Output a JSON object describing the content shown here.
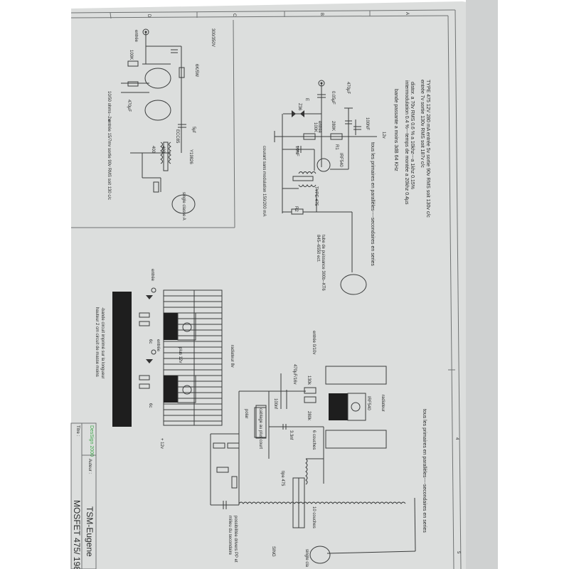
{
  "border": {
    "cols": [
      "D",
      "C",
      "B",
      "A"
    ],
    "rows": [
      "4",
      "5"
    ]
  },
  "spec": {
    "line1": "TYPE 475 12V 280 mA  entrée 5v sortie 90v RMS soit 130v c/c",
    "line2": "entrée 7v sortie 130v RMS soit 187v c/c",
    "line3": "distor. a 70v RMS 0.6 % a 10khz---a 1khz 0.15%",
    "line4": "intermodulation 0.4 %---temps de montée a 20khz 0.4µs",
    "line5": "bande passante a moins 3dB 64 KHz"
  },
  "driver": {
    "c100nf": "100NF",
    "v12": "12v",
    "c470": "470µF",
    "c005": "0.05µF",
    "e": "E",
    "z36": "Z36",
    "entree": "entrée",
    "r100k": "100K",
    "r280k": "280K",
    "r1": "R1",
    "irf": "IRF540",
    "c10nf": "10NF",
    "type475": "TYPE 475",
    "r2": "R2",
    "primaries": "tous les primaires en parallèles----secondaires en series",
    "tube1": "tube de puissance 300b--KT6",
    "tube2": "845--6550 ect.",
    "courant": "courant sans modulation 150/200 mA"
  },
  "tube_stage": {
    "hv": "300/350V",
    "entree": "entrée",
    "r100k": "100K",
    "r6k": "6K/5W",
    "c470": "470µF",
    "c5": "5µf",
    "ecc": "ECC85",
    "w400a": "400",
    "w400b": "400",
    "xfmr": "Y19826",
    "single": "single classe A",
    "ohms": "10/50 ohms--2w",
    "note": "entrée 15/7mv sortie 90v RMS soit 130 c/c"
  },
  "board": {
    "entree1": "entrée",
    "entree2": "entrée",
    "plus12": "plus 12v",
    "coil1": "6c",
    "coil2": "6c",
    "radiateur": "radiateur 8v",
    "note1": "-bande circuit imprimé sur la longueur",
    "note2": "hauteur 2 cm circuit de masse moins",
    "plus12b": "+ 12v"
  },
  "output": {
    "entree": "entrée 0/10v",
    "c470": "470µF/16v",
    "r130": "130k",
    "c100": "100nf",
    "r280": "280k",
    "polar": "polar",
    "cablage": "cablage au plus court",
    "c33": "3.3nf",
    "six": "6 couches",
    "tipe": "tipe 475",
    "ten": "10 couches",
    "pp1": "possibilitée drivers PP et",
    "pp2": "milieu du secondaire",
    "sing": "SING",
    "single": "single cla",
    "radiateur": "radiateur",
    "irf": "IRF540",
    "primaries": "tous les primaires en parallèles----secondaires en series"
  },
  "titleblock": {
    "logo": "DesSign 2000",
    "auteur_label": "Auteur :",
    "titre_label": "Titre :",
    "auteur": "TSM-Eugene",
    "titre": "MOSFET 475/ 1982"
  }
}
